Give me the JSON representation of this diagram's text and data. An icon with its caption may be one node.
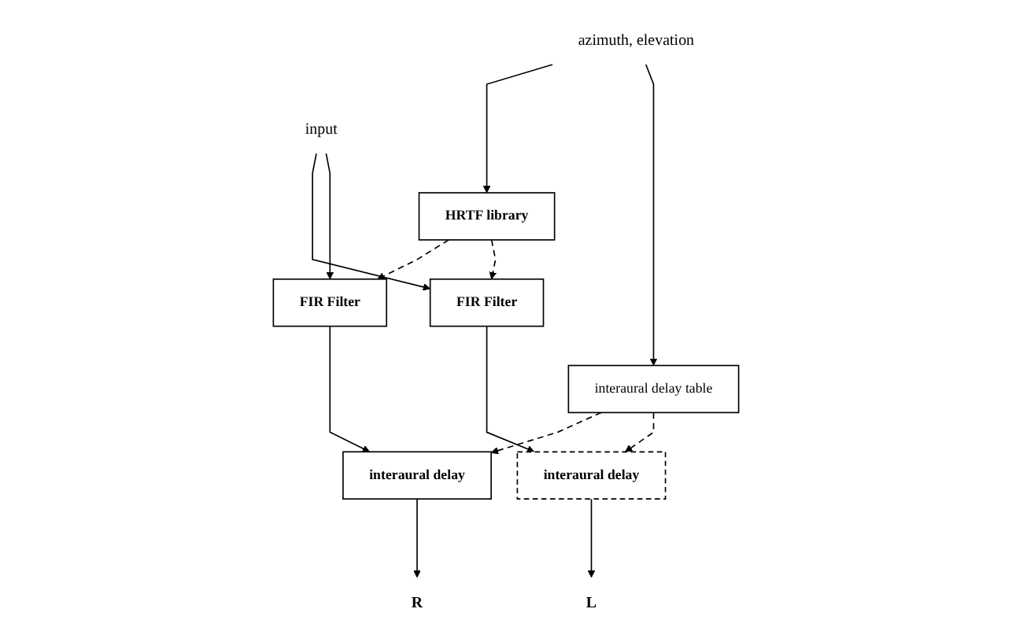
{
  "diagram": {
    "nodes": [
      {
        "text": [
          "input"
        ]
      },
      {
        "text": [
          "FIR Filter"
        ]
      },
      {
        "text": [
          "FIR Filter"
        ]
      },
      {
        "text": [
          "interaural delay"
        ]
      },
      {
        "text": [
          "interaural delay"
        ]
      },
      {
        "text": [
          "L"
        ]
      },
      {
        "text": [
          "R"
        ]
      },
      {
        "text": [
          "HRTF library"
        ]
      },
      {
        "text": [
          "interaural delay table"
        ]
      },
      {
        "text": [
          "azimuth, elevation"
        ]
      }
    ],
    "edges": [
      {
        "from": 0,
        "to": 1,
        "arrow": "to"
      },
      {
        "from": 0,
        "to": 2,
        "arrow": "to"
      },
      {
        "from": 1,
        "to": 3,
        "arrow": "to"
      },
      {
        "from": 2,
        "to": 4,
        "arrow": "to"
      },
      {
        "from": 3,
        "to": 5,
        "arrow": "to"
      },
      {
        "from": 4,
        "to": 6,
        "arrow": "to"
      },
      {
        "from": 7,
        "to": 2,
        "arrow": "to",
        "style": "dashed"
      },
      {
        "from": 7,
        "to": 1,
        "arrow": "to",
        "style": "dashed"
      },
      {
        "from": 8,
        "to": 4,
        "arrow": "to",
        "style": "dashed"
      },
      {
        "from": 8,
        "to": 3,
        "arrow": "to",
        "style": "dashed"
      },
      {
        "from": 9,
        "to": 7,
        "arrow": "to"
      },
      {
        "from": 9,
        "to": 8,
        "arrow": "to"
      }
    ]
  }
}
